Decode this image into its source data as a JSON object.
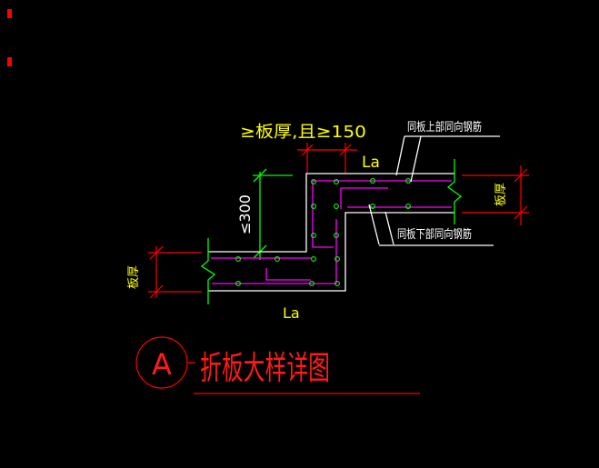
{
  "drawing": {
    "bubble": {
      "letter": "A"
    },
    "title": "折板大样详图",
    "labels": {
      "top_rebar": "同板上部同向钢筋",
      "bottom_rebar": "同板下部同向钢筋"
    },
    "dims": {
      "top_width": "≥板厚,且≥150",
      "fold_height": "≤300",
      "thickness_right": "板厚",
      "thickness_left": "板厚",
      "la_top": "La",
      "la_bottom": "La"
    },
    "colors": {
      "background": "#000000",
      "slab_outline": "#ffffff",
      "rebar": "#ff00ff",
      "dimension_lines": "#ff0000",
      "dimension_text": "#ffff00",
      "break_lines_and_dots": "#00ff00",
      "title_text": "#ff1a1a"
    }
  }
}
